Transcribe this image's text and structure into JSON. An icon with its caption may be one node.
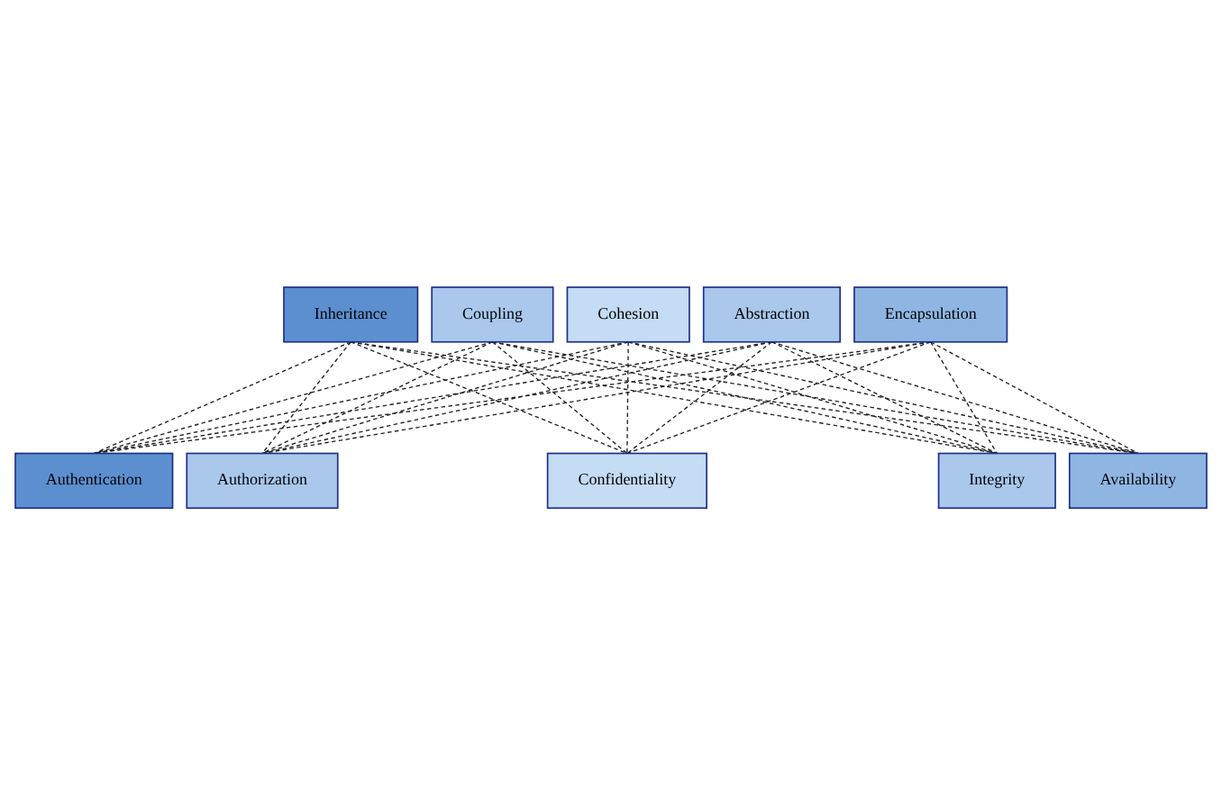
{
  "diagram": {
    "nodes": [
      {
        "text": [
          "Inheritance"
        ]
      },
      {
        "text": [
          "Coupling"
        ]
      },
      {
        "text": [
          "Cohesion"
        ]
      },
      {
        "text": [
          "Abstraction"
        ]
      },
      {
        "text": [
          "Encapsulation"
        ]
      },
      {
        "text": [
          "Authentication"
        ]
      },
      {
        "text": [
          "Authorization"
        ]
      },
      {
        "text": [
          "Confidentiality"
        ]
      },
      {
        "text": [
          "Integrity"
        ]
      },
      {
        "text": [
          "Availability"
        ]
      }
    ],
    "edges": [
      {
        "from": 0,
        "to": 5,
        "arrow": "none",
        "style": "dashed"
      },
      {
        "from": 0,
        "to": 6,
        "arrow": "none",
        "style": "dashed"
      },
      {
        "from": 0,
        "to": 7,
        "arrow": "none",
        "style": "dashed"
      },
      {
        "from": 0,
        "to": 8,
        "arrow": "none",
        "style": "dashed"
      },
      {
        "from": 0,
        "to": 9,
        "arrow": "none",
        "style": "dashed"
      },
      {
        "from": 1,
        "to": 5,
        "arrow": "none",
        "style": "dashed"
      },
      {
        "from": 1,
        "to": 6,
        "arrow": "none",
        "style": "dashed"
      },
      {
        "from": 1,
        "to": 7,
        "arrow": "none",
        "style": "dashed"
      },
      {
        "from": 1,
        "to": 8,
        "arrow": "none",
        "style": "dashed"
      },
      {
        "from": 1,
        "to": 9,
        "arrow": "none",
        "style": "dashed"
      },
      {
        "from": 2,
        "to": 5,
        "arrow": "none",
        "style": "dashed"
      },
      {
        "from": 2,
        "to": 6,
        "arrow": "none",
        "style": "dashed"
      },
      {
        "from": 2,
        "to": 7,
        "arrow": "none",
        "style": "dashed"
      },
      {
        "from": 2,
        "to": 8,
        "arrow": "none",
        "style": "dashed"
      },
      {
        "from": 2,
        "to": 9,
        "arrow": "none",
        "style": "dashed"
      },
      {
        "from": 3,
        "to": 5,
        "arrow": "none",
        "style": "dashed"
      },
      {
        "from": 3,
        "to": 6,
        "arrow": "none",
        "style": "dashed"
      },
      {
        "from": 3,
        "to": 7,
        "arrow": "none",
        "style": "dashed"
      },
      {
        "from": 3,
        "to": 8,
        "arrow": "none",
        "style": "dashed"
      },
      {
        "from": 3,
        "to": 9,
        "arrow": "none",
        "style": "dashed"
      },
      {
        "from": 4,
        "to": 5,
        "arrow": "none",
        "style": "dashed"
      },
      {
        "from": 4,
        "to": 6,
        "arrow": "none",
        "style": "dashed"
      },
      {
        "from": 4,
        "to": 7,
        "arrow": "none",
        "style": "dashed"
      },
      {
        "from": 4,
        "to": 8,
        "arrow": "none",
        "style": "dashed"
      },
      {
        "from": 4,
        "to": 9,
        "arrow": "none",
        "style": "dashed"
      }
    ]
  }
}
